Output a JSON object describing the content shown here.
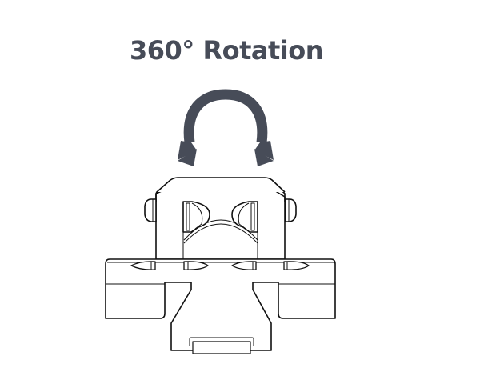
{
  "title": "360° Rotation",
  "colors": {
    "text": "#474c58",
    "arrow": "#474c58",
    "line": "#111111",
    "background": "#ffffff"
  },
  "icons": {
    "rotation_arrow": "double-headed-curved-rotation-arrow"
  },
  "illustration": {
    "subject": "rotating mount clamp, front view"
  }
}
